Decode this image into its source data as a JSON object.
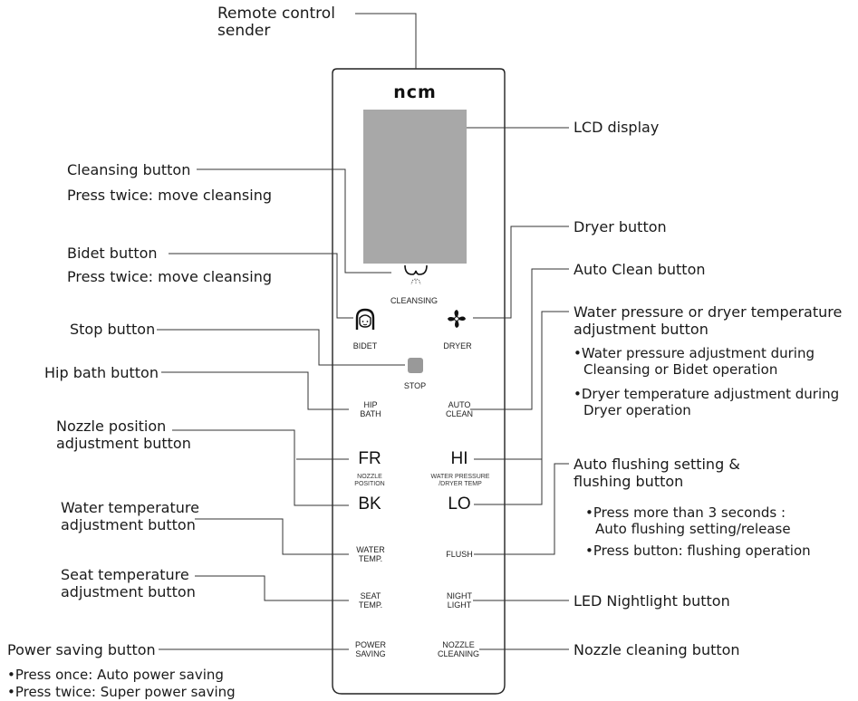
{
  "remote": {
    "brand": "ncm",
    "buttons": {
      "cleansing": "CLEANSING",
      "bidet": "BIDET",
      "dryer": "DRYER",
      "stop": "STOP",
      "hip_bath_1": "HIP",
      "hip_bath_2": "BATH",
      "auto_clean_1": "AUTO",
      "auto_clean_2": "CLEAN",
      "fr": "FR",
      "hi": "HI",
      "nozzle_position_1": "NOZZLE",
      "nozzle_position_2": "POSITION",
      "water_pressure_1": "WATER PRESSURE",
      "water_pressure_2": "/DRYER TEMP",
      "bk": "BK",
      "lo": "LO",
      "water_temp_1": "WATER",
      "water_temp_2": "TEMP.",
      "flush": "FLUSH",
      "seat_temp_1": "SEAT",
      "seat_temp_2": "TEMP.",
      "night_light_1": "NIGHT",
      "night_light_2": "LIGHT",
      "power_saving_1": "POWER",
      "power_saving_2": "SAVING",
      "nozzle_cleaning_1": "NOZZLE",
      "nozzle_cleaning_2": "CLEANING"
    }
  },
  "labels": {
    "remote_sender_1": "Remote control",
    "remote_sender_2": "sender",
    "lcd": "LCD display",
    "cleansing": "Cleansing button",
    "cleansing_note": "Press twice: move cleansing",
    "dryer": "Dryer button",
    "bidet": "Bidet button",
    "bidet_note": "Press twice: move cleansing",
    "auto_clean": "Auto Clean button",
    "water_pressure_1": "Water pressure or dryer temperature",
    "water_pressure_2": "adjustment button",
    "water_pressure_b1_1": "Water pressure adjustment during",
    "water_pressure_b1_2": "Cleansing or Bidet operation",
    "water_pressure_b2_1": "Dryer temperature adjustment during",
    "water_pressure_b2_2": "Dryer operation",
    "stop": "Stop button",
    "hip_bath": "Hip bath button",
    "nozzle_position_1": "Nozzle position",
    "nozzle_position_2": "adjustment button",
    "auto_flush_1": "Auto flushing setting &",
    "auto_flush_2": "flushing button",
    "auto_flush_b1_1": "Press more than 3 seconds :",
    "auto_flush_b1_2": "Auto flushing setting/release",
    "auto_flush_b2": "Press button: flushing operation",
    "water_temp_1": "Water temperature",
    "water_temp_2": "adjustment button",
    "seat_temp_1": "Seat temperature",
    "seat_temp_2": "adjustment button",
    "led_nightlight": "LED Nightlight button",
    "power_saving": "Power saving button",
    "power_saving_b1": "Press once: Auto power saving",
    "power_saving_b2": "Press twice: Super power saving",
    "nozzle_cleaning": "Nozzle cleaning button"
  }
}
